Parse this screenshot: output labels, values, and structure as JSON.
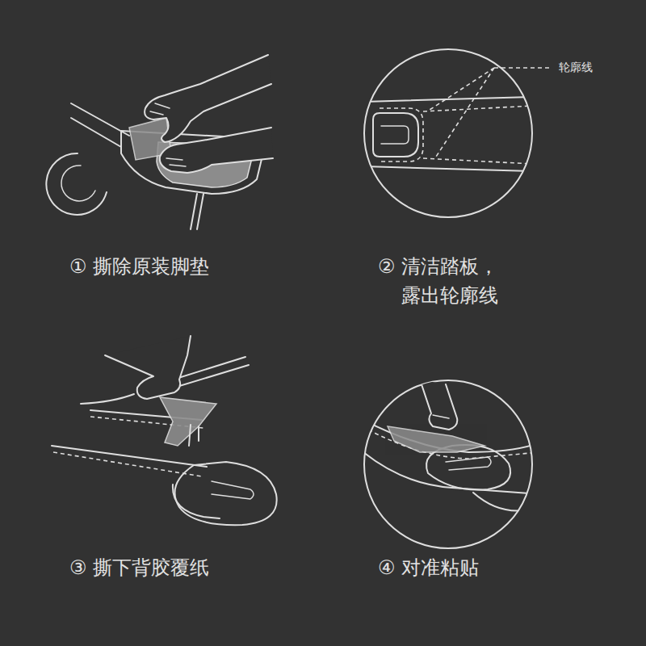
{
  "diagram": {
    "labels": [
      "轮廓线",
      "① 撕除原装脚垫",
      "② 清洁踏板， 露出轮廓线",
      "③ 撕下背胶覆纸",
      "④ 对准粘贴"
    ]
  }
}
